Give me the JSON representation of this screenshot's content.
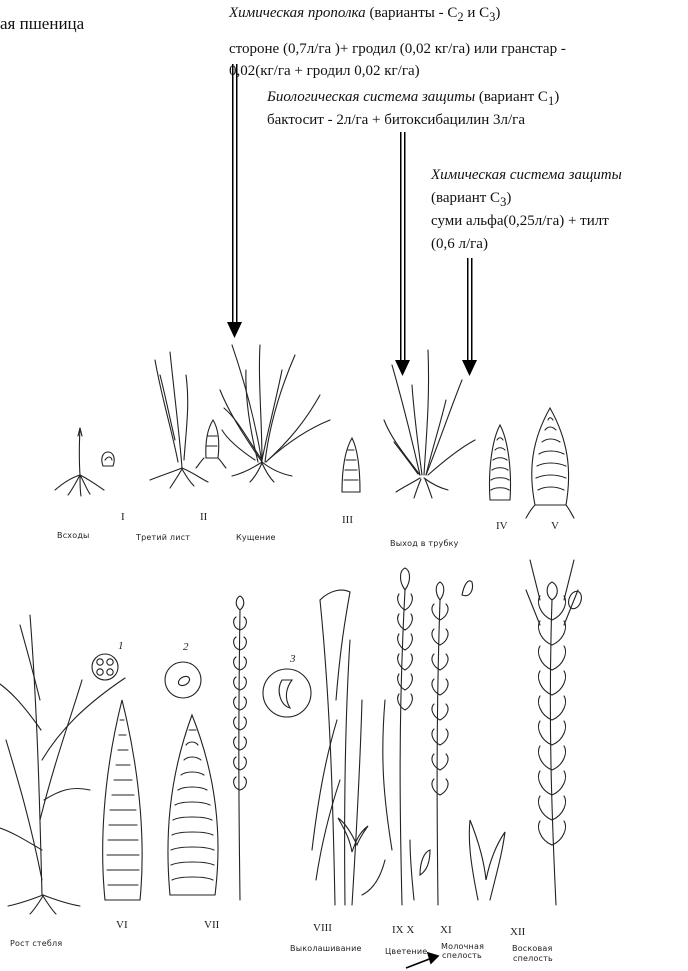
{
  "title_fragment": "ая пшеница",
  "annotations": {
    "chem_weeding": {
      "line1_italic": "Химическая прополка",
      "line1_rest": " (варианты - C",
      "sub2": "2",
      "and": " и C",
      "sub3": "3",
      "close": ")",
      "line2": "стороне (0,7л/га )+ гродил (0,02 кг/га)  или гранстар -",
      "line3": "0,02(кг/га  + гродил 0,02 кг/га)"
    },
    "bio_protection": {
      "line1_italic": "Биологическая система защиты",
      "line1_rest": "  (вариант C",
      "sub1": "1",
      "close": ")",
      "line2": "бактосит - 2л/га + битоксибацилин 3л/га"
    },
    "chem_protection": {
      "line1_italic": "Химическая система защиты",
      "line2": "(вариант C",
      "sub3": "3",
      "close": ")",
      "line3": "суми альфа(0,25л/га)  + тилт",
      "line4": "(0,6 л/га)"
    }
  },
  "stages": {
    "s1_roman": "I",
    "s1_name": "Всходы",
    "s2_roman": "II",
    "s2_name": "Третий лист",
    "s3_name": "Кущение",
    "s3_roman": "III",
    "s4_roman": "IV",
    "s4_name": "Выход в трубку",
    "s5_roman": "V",
    "s6_name": "Рост стебля",
    "s6_roman": "VI",
    "s7_roman": "VII",
    "s8_roman": "VIII",
    "s8_name": "Выколашивание",
    "s9_roman": "IX  X",
    "s9_name": "Цветение",
    "s11_roman": "XI",
    "s11_name_1": "Молочная",
    "s11_name_2": "спелость",
    "s12_roman": "XII",
    "s12_name_1": "Восковая",
    "s12_name_2": "спелость",
    "num1": "1",
    "num2": "2",
    "num3": "3"
  }
}
